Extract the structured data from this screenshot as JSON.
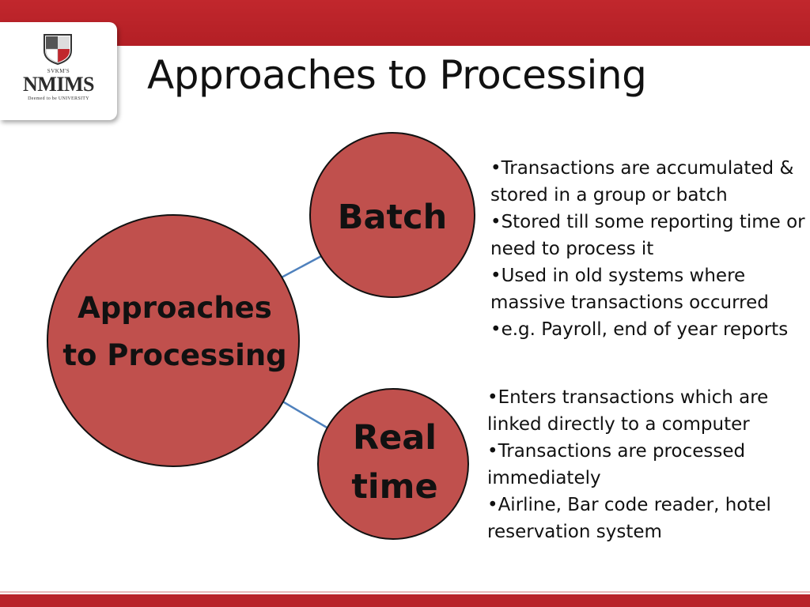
{
  "slide": {
    "title": "Approaches to Processing"
  },
  "logo": {
    "top_text": "SVKM'S",
    "name": "NMIMS",
    "sub_text": "Deemed to be UNIVERSITY"
  },
  "diagram": {
    "center": {
      "line1": "Approaches",
      "line2": "to Processing"
    },
    "batch": {
      "label": "Batch",
      "bullets": [
        "•Transactions are accumulated & stored in a group or batch",
        "•Stored till some reporting time or need to process it",
        "•Used in old systems where massive transactions occurred",
        "•e.g.  Payroll, end of year reports"
      ]
    },
    "realtime": {
      "line1": "Real",
      "line2": "time",
      "bullets": [
        "•Enters transactions which are linked directly to a computer",
        "•Transactions are processed immediately",
        "•Airline, Bar code reader, hotel reservation system"
      ]
    }
  },
  "colors": {
    "accent_bar": "#c1272d",
    "node_fill": "#c0504d",
    "node_stroke": "#111111",
    "connector": "#4f81bd"
  }
}
